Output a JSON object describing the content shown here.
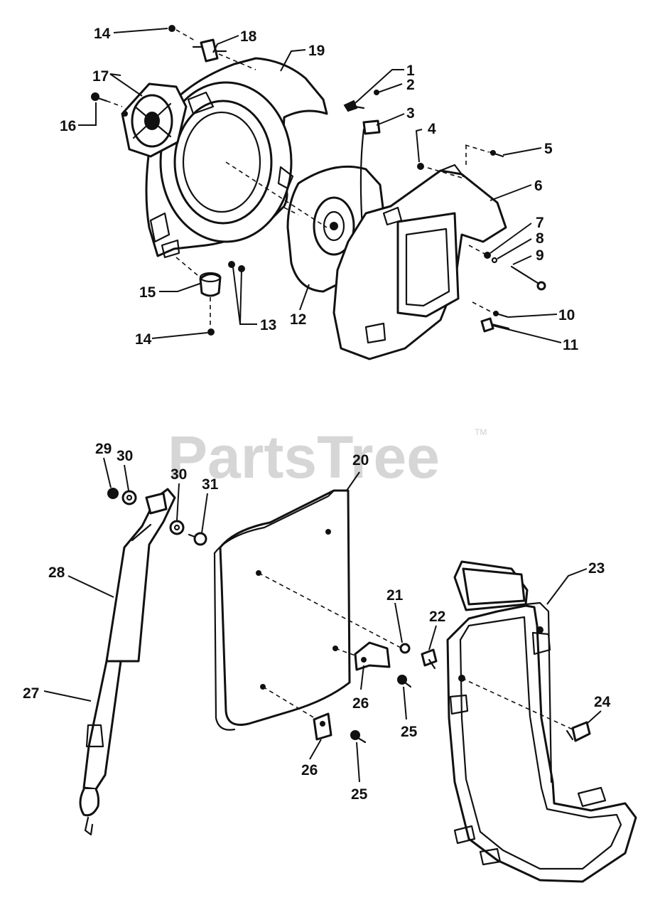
{
  "watermark": {
    "text": "PartsTree",
    "trademark": "TM"
  },
  "callouts": {
    "c1": "1",
    "c2": "2",
    "c3": "3",
    "c4": "4",
    "c5": "5",
    "c6": "6",
    "c7": "7",
    "c8": "8",
    "c9": "9",
    "c10": "10",
    "c11": "11",
    "c12": "12",
    "c13": "13",
    "c14a": "14",
    "c14b": "14",
    "c15": "15",
    "c16": "16",
    "c17": "17",
    "c18": "18",
    "c19": "19",
    "c20": "20",
    "c21": "21",
    "c22": "22",
    "c23": "23",
    "c24": "24",
    "c25a": "25",
    "c25b": "25",
    "c26a": "26",
    "c26b": "26",
    "c27": "27",
    "c28": "28",
    "c29": "29",
    "c30a": "30",
    "c30b": "30",
    "c31": "31"
  }
}
